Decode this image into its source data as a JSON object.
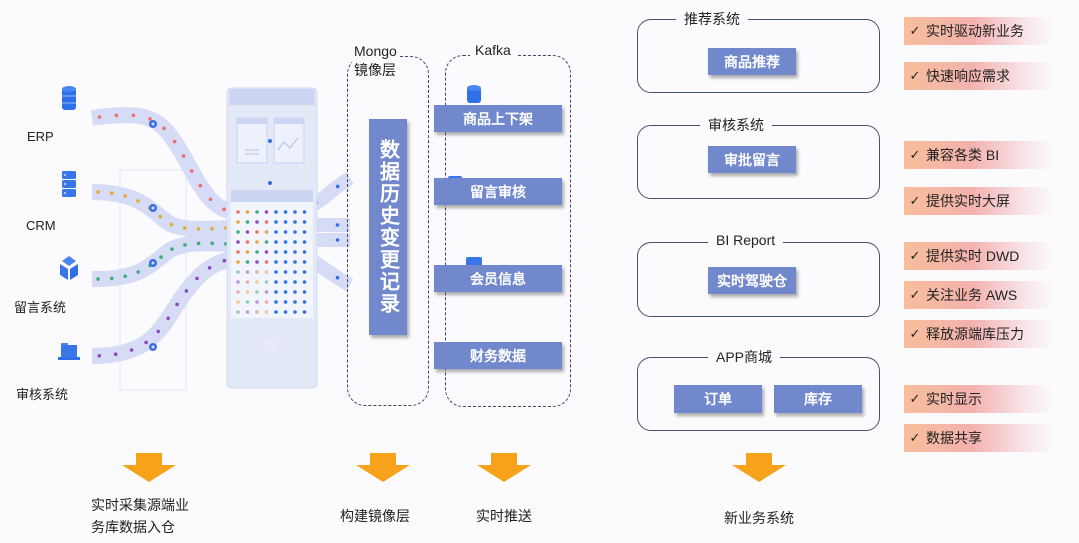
{
  "sources": [
    {
      "label": "ERP",
      "icon": "database-icon",
      "color": "#e9706b"
    },
    {
      "label": "CRM",
      "icon": "server-icon",
      "color": "#e2a83a"
    },
    {
      "label": "留言系统",
      "icon": "cube-icon",
      "color": "#3bae7a"
    },
    {
      "label": "审核系统",
      "icon": "folder-icon",
      "color": "#8a4bc0"
    }
  ],
  "mongo": {
    "title_line1": "Mongo",
    "title_line2": "镜像层",
    "history_box": "数据历史变更记录"
  },
  "kafka": {
    "title": "Kafka",
    "topics": [
      "商品上下架",
      "留言审核",
      "会员信息",
      "财务数据"
    ]
  },
  "systems": [
    {
      "title": "推荐系统",
      "items": [
        "商品推荐"
      ]
    },
    {
      "title": "审核系统",
      "items": [
        "审批留言"
      ]
    },
    {
      "title": "BI Report",
      "items": [
        "实时驾驶仓"
      ]
    },
    {
      "title": "APP商城",
      "items": [
        "订单",
        "库存"
      ]
    }
  ],
  "benefits": [
    "实时驱动新业务",
    "快速响应需求",
    "兼容各类 BI",
    "提供实时大屏",
    "提供实时 DWD",
    "关注业务 AWS",
    "释放源端库压力",
    "实时显示",
    "数据共享"
  ],
  "check_mark": "✓",
  "bottom": {
    "collect_line1": "实时采集源端业",
    "collect_line2": "务库数据入仓",
    "mirror": "构建镜像层",
    "push": "实时推送",
    "new_systems": "新业务系统"
  },
  "colors": {
    "box_blue": "#7288cc",
    "arrow_orange": "#f7a21b",
    "band": "#d6dcf5",
    "accent_blue": "#2f6fe8"
  }
}
